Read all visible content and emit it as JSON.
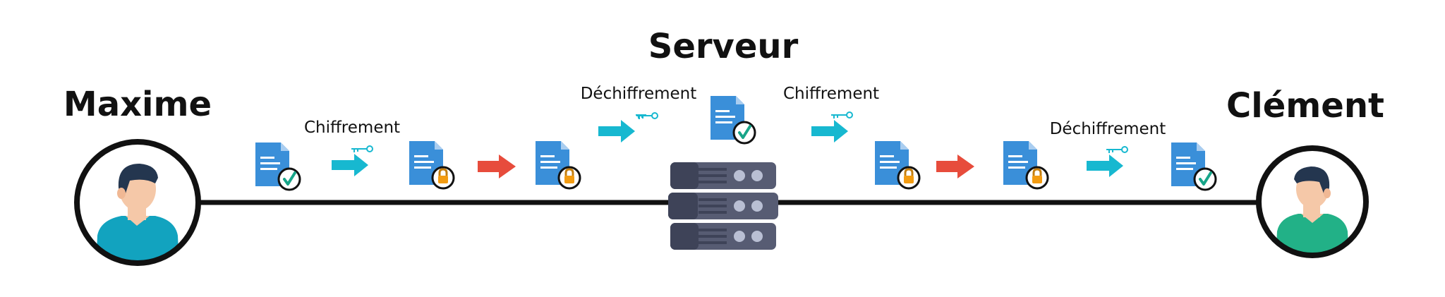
{
  "colors": {
    "line": "#111111",
    "doc": "#3a8fd9",
    "doc_fold": "#a9cdf0",
    "check": "#17a589",
    "lock_body": "#f39c12",
    "lock_shackle": "#c47f11",
    "arrow_key": "#17b8d0",
    "arrow_transfer": "#e74c3c",
    "server_dark": "#3e4358",
    "server_mid": "#575c73",
    "maxime_shirt": "#12a3bf",
    "clement_shirt": "#22b187",
    "skin": "#f5c8a8",
    "hair": "#24364f"
  },
  "diagram": {
    "server_title": "Serveur",
    "left_user": {
      "name": "Maxime",
      "icon": "person-icon"
    },
    "right_user": {
      "name": "Clément",
      "icon": "person-icon"
    },
    "steps": [
      {
        "label": "Chiffrement"
      },
      {
        "label": "Déchiffrement"
      },
      {
        "label": "Chiffrement"
      },
      {
        "label": "Déchiffrement"
      }
    ],
    "icons": {
      "document": "document-icon",
      "check": "check-icon",
      "lock": "lock-icon",
      "key": "key-icon",
      "arrow": "arrow-right-icon",
      "server": "server-icon"
    }
  }
}
